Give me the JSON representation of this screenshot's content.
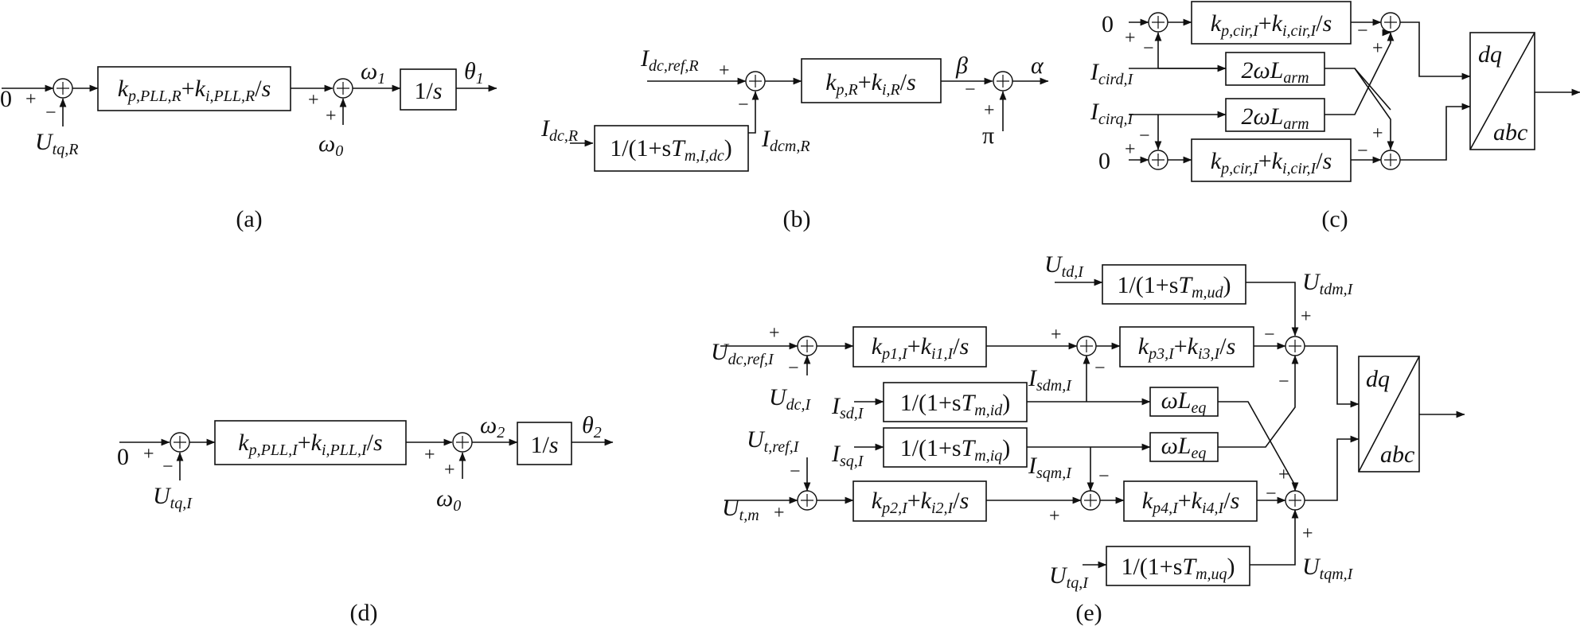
{
  "panels": {
    "a": {
      "caption": "(a)",
      "in0": "0",
      "pi_block": [
        [
          "k",
          "p,PLL,R"
        ],
        [
          "+"
        ],
        [
          "k",
          "i,PLL,R"
        ],
        [
          "/s"
        ]
      ],
      "input": [
        [
          "U",
          "tq,R"
        ]
      ],
      "omega0": [
        [
          "ω",
          "0"
        ]
      ],
      "omega": [
        [
          "ω",
          "1"
        ]
      ],
      "int_block": [
        [
          "1/"
        ],
        [
          "s"
        ]
      ],
      "theta": [
        [
          "θ",
          "1"
        ]
      ],
      "signs": {
        "s1": "+",
        "s2": "−",
        "s3": "+",
        "s4": "+"
      }
    },
    "b": {
      "caption": "(b)",
      "ref": [
        [
          "I",
          "dc,ref,R"
        ]
      ],
      "meas": [
        [
          "I",
          "dc,R"
        ]
      ],
      "filter_block": [
        [
          "1/(1+s"
        ],
        [
          "T",
          "m,I,dc"
        ],
        [
          ")"
        ]
      ],
      "filtered": [
        [
          "I",
          "dcm,R"
        ]
      ],
      "pi_block": [
        [
          "k",
          "p,R"
        ],
        [
          "+"
        ],
        [
          "k",
          "i,R"
        ],
        [
          "/s"
        ]
      ],
      "beta": [
        [
          "β"
        ]
      ],
      "pi_const": "π",
      "alpha": [
        [
          "α"
        ]
      ],
      "signs": {
        "s1": "+",
        "s2": "−",
        "s3": "−",
        "s4": "+"
      }
    },
    "c": {
      "caption": "(c)",
      "in0_top": "0",
      "in0_bot": "0",
      "pi_top": [
        [
          "k",
          "p,cir,I"
        ],
        [
          "+"
        ],
        [
          "k",
          "i,cir,I"
        ],
        [
          "/s"
        ]
      ],
      "pi_bot": [
        [
          "k",
          "p,cir,I"
        ],
        [
          "+"
        ],
        [
          "k",
          "i,cir,I"
        ],
        [
          "/s"
        ]
      ],
      "icird": [
        [
          "I",
          "cird,I"
        ]
      ],
      "icirq": [
        [
          "I",
          "cirq,I"
        ]
      ],
      "larm_top": [
        [
          "2ωL",
          ""
        ],
        [
          "",
          "arm"
        ]
      ],
      "larm_bot": [
        [
          "2ωL",
          ""
        ],
        [
          "",
          "arm"
        ]
      ],
      "transform_top": "dq",
      "transform_bot": "abc",
      "signs": {
        "s1": "+",
        "s2": "−",
        "s3": "−",
        "s4": "+",
        "s5": "−",
        "s6": "+",
        "s7": "−",
        "s8": "+"
      }
    },
    "d": {
      "caption": "(d)",
      "in0": "0",
      "pi_block": [
        [
          "k",
          "p,PLL,I"
        ],
        [
          "+"
        ],
        [
          "k",
          "i,PLL,I"
        ],
        [
          "/s"
        ]
      ],
      "input": [
        [
          "U",
          "tq,I"
        ]
      ],
      "omega0": [
        [
          "ω",
          "0"
        ]
      ],
      "omega": [
        [
          "ω",
          "2"
        ]
      ],
      "int_block": [
        [
          "1/"
        ],
        [
          "s"
        ]
      ],
      "theta": [
        [
          "θ",
          "2"
        ]
      ],
      "signs": {
        "s1": "+",
        "s2": "−",
        "s3": "+",
        "s4": "+"
      }
    },
    "e": {
      "caption": "(e)",
      "utd": [
        [
          "U",
          "td,I"
        ]
      ],
      "utd_filter": [
        [
          "1/(1+s"
        ],
        [
          "T",
          "m,ud"
        ],
        [
          ")"
        ]
      ],
      "utdm": [
        [
          "U",
          "tdm,I"
        ]
      ],
      "udcref": [
        [
          "U",
          "dc,ref,I"
        ]
      ],
      "udc": [
        [
          "U",
          "dc,I"
        ]
      ],
      "pi1": [
        [
          "k",
          "p1,I"
        ],
        [
          "+"
        ],
        [
          "k",
          "i1,I"
        ],
        [
          "/s"
        ]
      ],
      "isd": [
        [
          "I",
          "sd,I"
        ]
      ],
      "isd_filter": [
        [
          "1/(1+s"
        ],
        [
          "T",
          "m,id"
        ],
        [
          ")"
        ]
      ],
      "isdm": [
        [
          "I",
          "sdm,I"
        ]
      ],
      "pi3": [
        [
          "k",
          "p3,I"
        ],
        [
          "+"
        ],
        [
          "k",
          "i3,I"
        ],
        [
          "/s"
        ]
      ],
      "wleq_top": [
        [
          "ωL",
          ""
        ],
        [
          "",
          "eq"
        ]
      ],
      "utref": [
        [
          "U",
          "t,ref,I"
        ]
      ],
      "isq": [
        [
          "I",
          "sq,I"
        ]
      ],
      "isq_filter": [
        [
          "1/(1+s"
        ],
        [
          "T",
          "m,iq"
        ],
        [
          ")"
        ]
      ],
      "isqm": [
        [
          "I",
          "sqm,I"
        ]
      ],
      "wleq_bot": [
        [
          "ωL",
          ""
        ],
        [
          "",
          "eq"
        ]
      ],
      "utm": [
        [
          "U",
          "t,m"
        ]
      ],
      "pi2": [
        [
          "k",
          "p2,I"
        ],
        [
          "+"
        ],
        [
          "k",
          "i2,I"
        ],
        [
          "/s"
        ]
      ],
      "pi4": [
        [
          "k",
          "p4,I"
        ],
        [
          "+"
        ],
        [
          "k",
          "i4,I"
        ],
        [
          "/s"
        ]
      ],
      "utq": [
        [
          "U",
          "tq,I"
        ]
      ],
      "utq_filter": [
        [
          "1/(1+s"
        ],
        [
          "T",
          "m,uq"
        ],
        [
          ")"
        ]
      ],
      "utqm": [
        [
          "U",
          "tqm,I"
        ]
      ],
      "transform_top": "dq",
      "transform_bot": "abc",
      "signs": {
        "s1": "+",
        "s2": "−",
        "s3": "+",
        "s4": "−",
        "s5": "−",
        "s6": "+",
        "s7": "−",
        "s8": "−",
        "s9": "+",
        "s10": "−",
        "s11": "+",
        "s12": "−",
        "s13": "+",
        "s14": "+"
      }
    }
  }
}
